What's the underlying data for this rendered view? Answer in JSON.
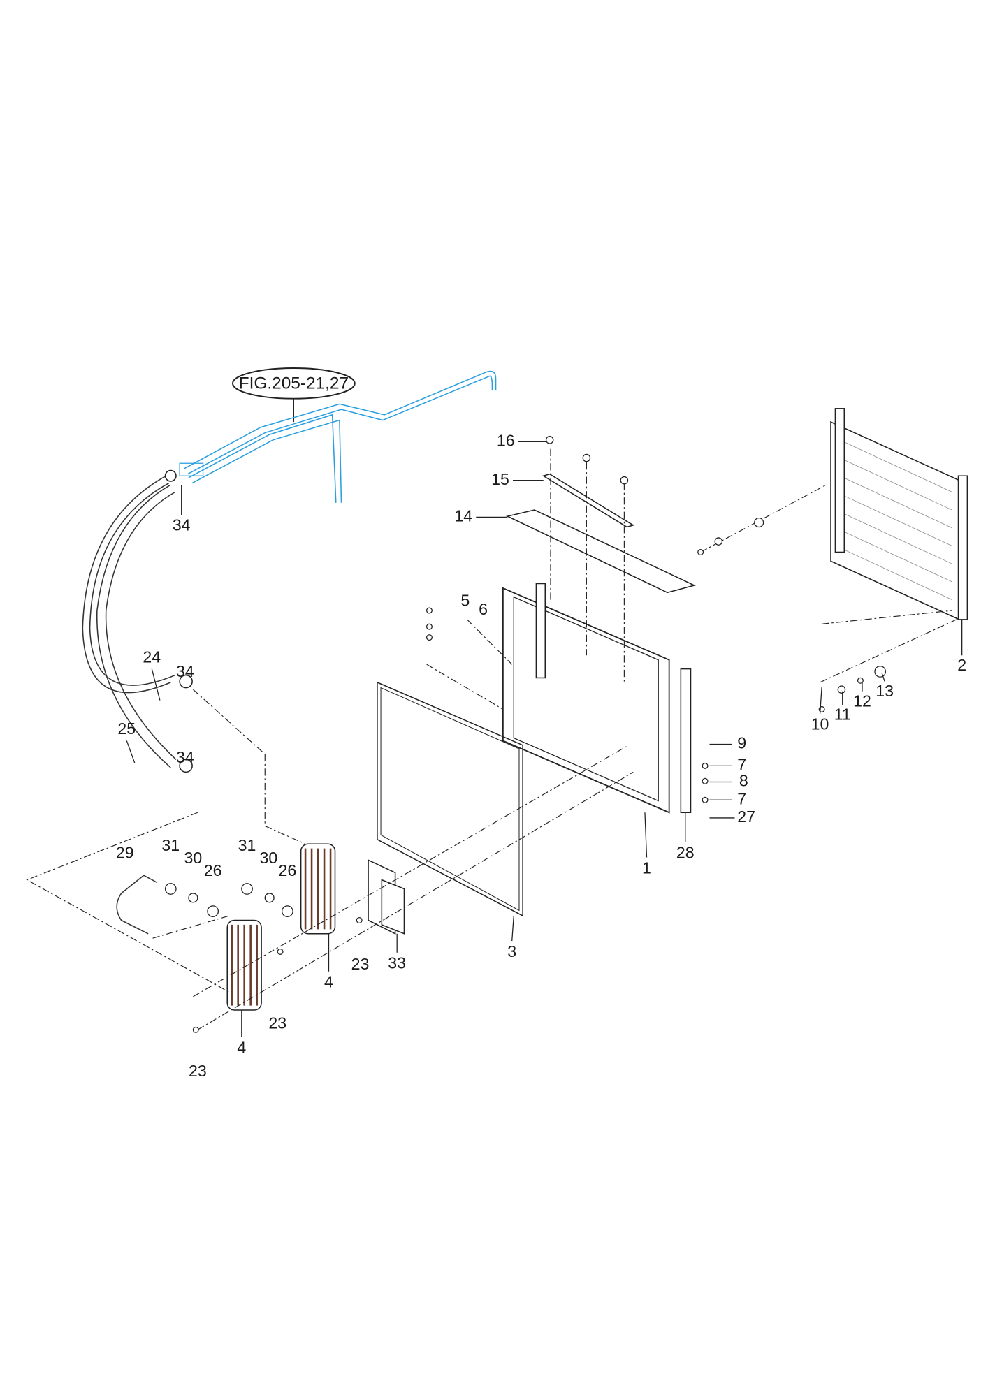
{
  "figure_ref": "FIG.205-21,27",
  "colors": {
    "pipe": "#2a9fe0",
    "line": "#222222"
  },
  "callouts": [
    "16",
    "15",
    "14",
    "5",
    "6",
    "24",
    "34",
    "25",
    "34",
    "34",
    "2",
    "10",
    "11",
    "12",
    "13",
    "9",
    "7",
    "8",
    "7",
    "27",
    "1",
    "28",
    "3",
    "29",
    "31",
    "30",
    "26",
    "31",
    "30",
    "26",
    "23",
    "33",
    "4",
    "23",
    "4",
    "23"
  ]
}
